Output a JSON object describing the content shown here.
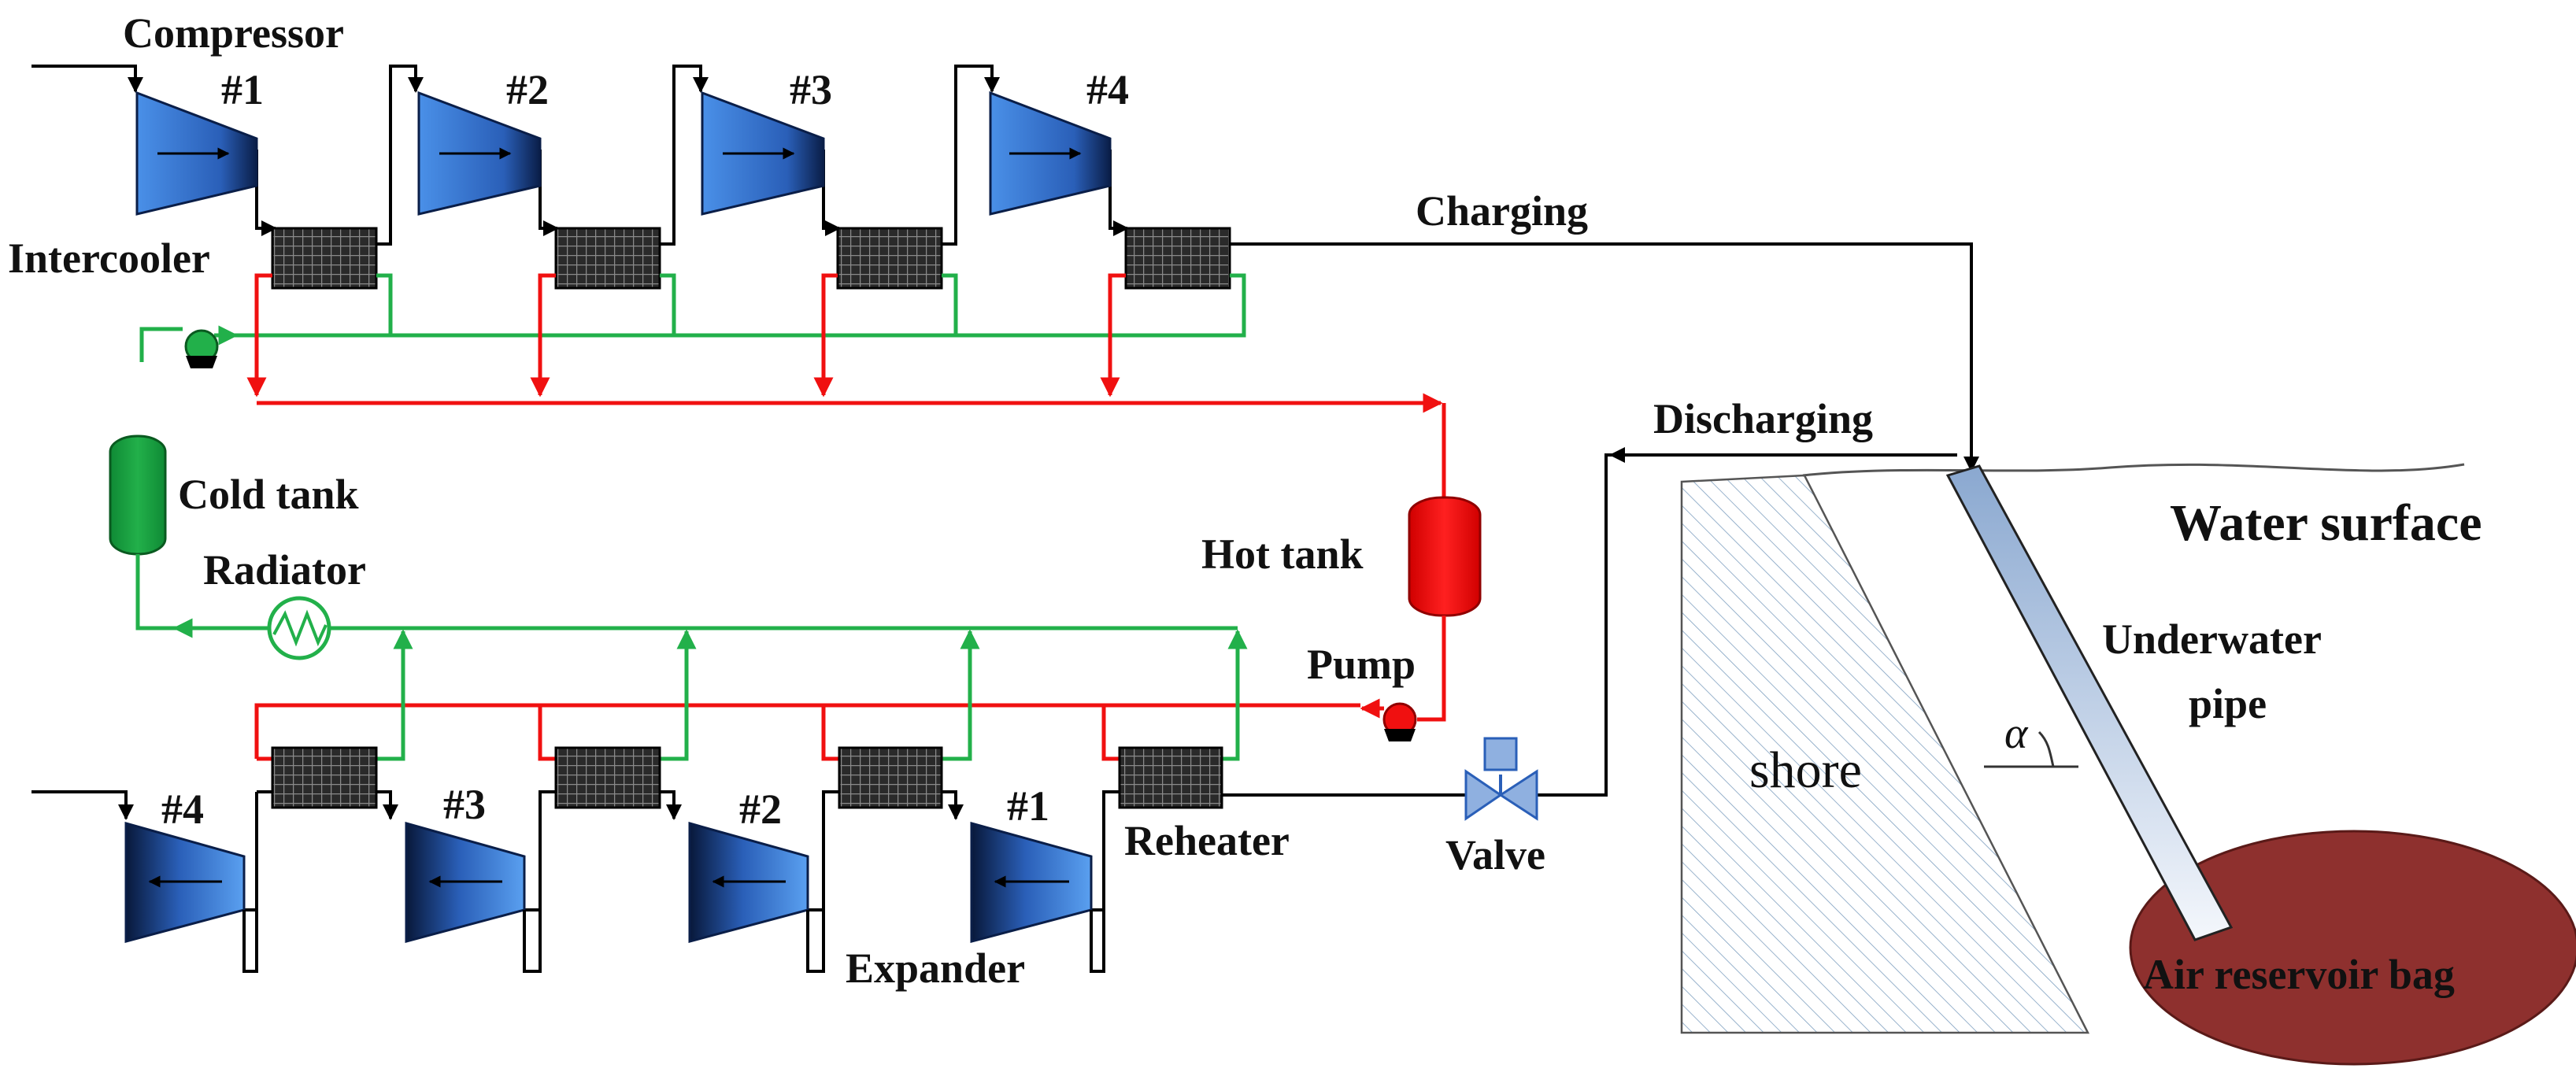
{
  "labels": {
    "compressor": "Compressor",
    "intercooler": "Intercooler",
    "charging": "Charging",
    "discharging": "Discharging",
    "water_surface": "Water surface",
    "cold_tank": "Cold tank",
    "radiator": "Radiator",
    "hot_tank": "Hot tank",
    "pump": "Pump",
    "valve": "Valve",
    "reheater": "Reheater",
    "expander": "Expander",
    "underwater_pipe_line1": "Underwater",
    "underwater_pipe_line2": "pipe",
    "shore": "shore",
    "alpha": "α",
    "air_reservoir_bag": "Air reservoir bag"
  },
  "compressors": [
    "#1",
    "#2",
    "#3",
    "#4"
  ],
  "expanders": [
    "#4",
    "#3",
    "#2",
    "#1"
  ],
  "colors": {
    "hot_fluid": "#f01010",
    "cold_fluid": "#22b04a",
    "air_line": "#000000",
    "machine_blue": "#2f6fd0",
    "bag": "#8e302e",
    "pipe": "#a8bedc",
    "valve": "#8fb0e0"
  }
}
